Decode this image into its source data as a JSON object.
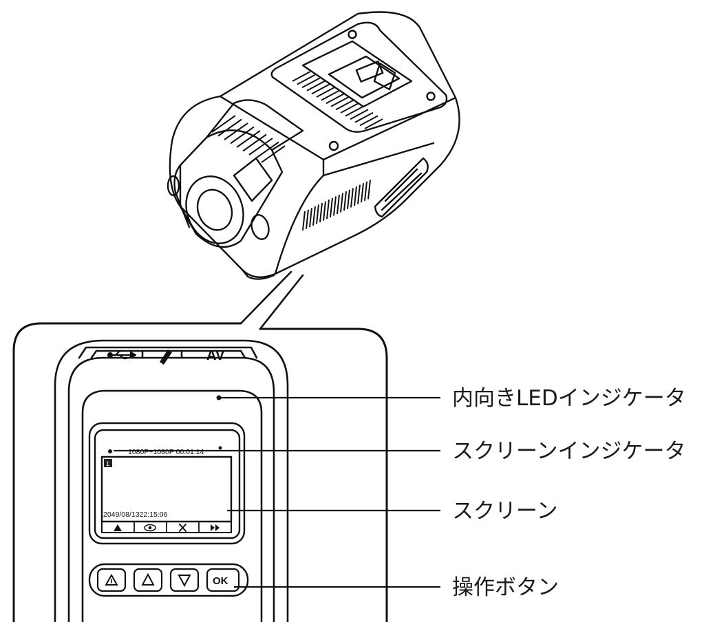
{
  "callouts": [
    {
      "id": "inner-led",
      "label": "内向きLEDインジケータ"
    },
    {
      "id": "screen-indicator",
      "label": "スクリーンインジケータ"
    },
    {
      "id": "screen",
      "label": "スクリーン"
    },
    {
      "id": "buttons",
      "label": "操作ボタン"
    }
  ],
  "ports": {
    "av": "AV"
  },
  "screen": {
    "status": "1080P+1080P  00:01:14",
    "datetime": "2049/08/1322:15:06",
    "top_badge": "1"
  },
  "buttons": {
    "ok": "OK"
  },
  "icons": [
    "usb-icon",
    "pen-icon",
    "warning-icon",
    "up-icon",
    "down-icon",
    "eye-icon",
    "wrench-icon",
    "forward-icon"
  ]
}
